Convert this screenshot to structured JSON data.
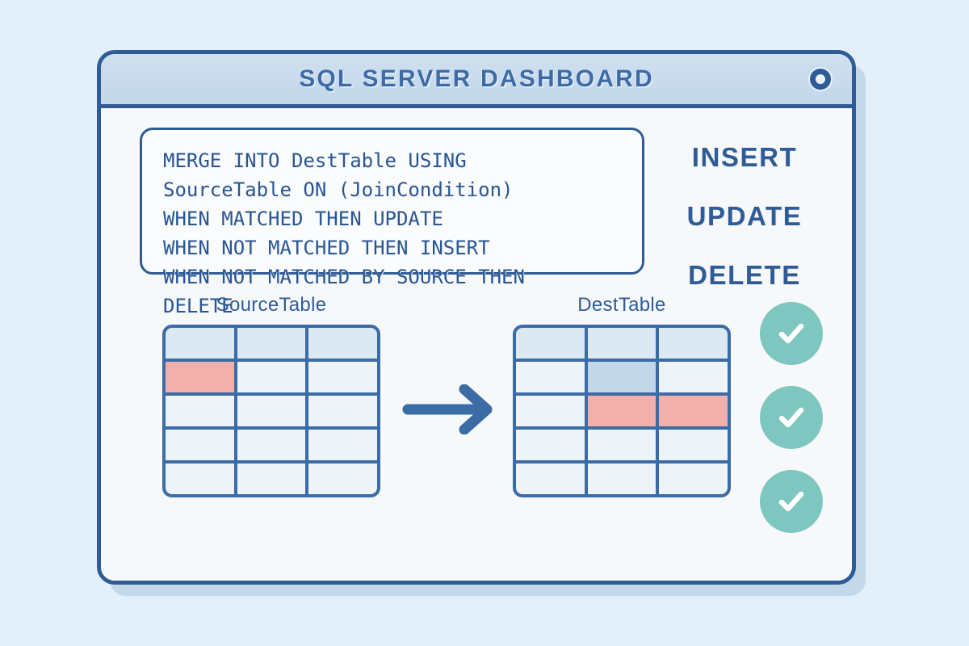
{
  "window": {
    "title": "SQL SERVER DASHBOARD",
    "indicator_icon": "ring-icon",
    "border_color": "#2f5c96",
    "title_color": "#3c6ba8",
    "body_color": "#f7f8f9",
    "page_background": "#e3effa"
  },
  "sql_code": {
    "lines": [
      "MERGE INTO DestTable USING",
      "SourceTable ON (JoinCondition)",
      "WHEN MATCHED THEN UPDATE",
      "WHEN NOT MATCHED THEN INSERT",
      "WHEN NOT MATCHED BY SOURCE THEN",
      "DELETE"
    ],
    "text_color": "#2a5694"
  },
  "actions": [
    {
      "label": "INSERT"
    },
    {
      "label": "UPDATE"
    },
    {
      "label": "DELETE"
    }
  ],
  "diagram": {
    "arrow_icon": "right-arrow-icon",
    "arrow_color": "#3b6ca5",
    "cell_colors": {
      "default": "#eef3f8",
      "header": "#dde9f2",
      "highlight_blue": "#c2d8e9",
      "highlight_pink": "#f2b0ad"
    },
    "source_table": {
      "caption": "SourceTable",
      "rows": 5,
      "cols": 3,
      "cells": [
        [
          "header",
          "header",
          "header"
        ],
        [
          "highlight-pink",
          "default",
          "default"
        ],
        [
          "default",
          "default",
          "default"
        ],
        [
          "default",
          "default",
          "default"
        ],
        [
          "default",
          "default",
          "default"
        ]
      ]
    },
    "dest_table": {
      "caption": "DestTable",
      "rows": 5,
      "cols": 3,
      "cells": [
        [
          "header",
          "header",
          "header"
        ],
        [
          "default",
          "highlight-blue",
          "default"
        ],
        [
          "default",
          "highlight-pink",
          "highlight-pink"
        ],
        [
          "default",
          "default",
          "default"
        ],
        [
          "default",
          "default",
          "default"
        ]
      ]
    }
  },
  "status_checks": [
    {
      "icon": "check-circle-icon",
      "color": "#7ec6c0"
    },
    {
      "icon": "check-circle-icon",
      "color": "#7ec6c0"
    },
    {
      "icon": "check-circle-icon",
      "color": "#7ec6c0"
    }
  ]
}
